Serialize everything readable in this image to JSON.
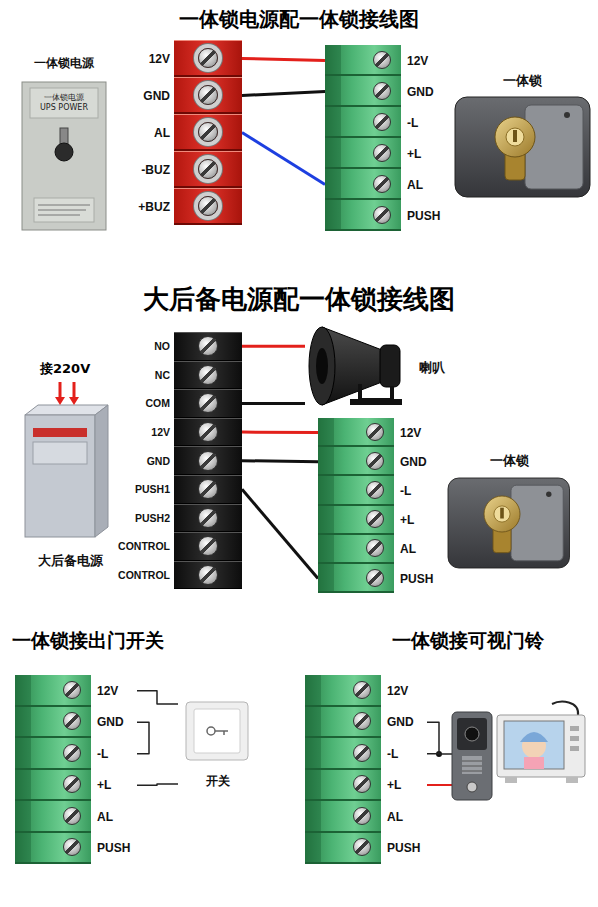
{
  "diagram": {
    "nodes": [
      {
        "text": [
          "一体锁电源",
          "一体锁电源",
          "UPS POWER"
        ]
      },
      {
        "text": [
          "12V"
        ]
      },
      {
        "text": [
          "GND"
        ]
      },
      {
        "text": [
          "AL"
        ]
      },
      {
        "text": [
          "-BUZ"
        ]
      },
      {
        "text": [
          "+BUZ"
        ]
      },
      {
        "text": [
          "12V"
        ]
      },
      {
        "text": [
          "GND"
        ]
      },
      {
        "text": [
          "-L"
        ]
      },
      {
        "text": [
          "+L"
        ]
      },
      {
        "text": [
          "AL"
        ]
      },
      {
        "text": [
          "PUSH"
        ]
      },
      {
        "text": [
          "一体锁"
        ]
      },
      {
        "text": [
          "大后备电源"
        ]
      },
      {
        "text": [
          "NO"
        ]
      },
      {
        "text": [
          "NC"
        ]
      },
      {
        "text": [
          "COM"
        ]
      },
      {
        "text": [
          "12V"
        ]
      },
      {
        "text": [
          "GND"
        ]
      },
      {
        "text": [
          "PUSH1"
        ]
      },
      {
        "text": [
          "PUSH2"
        ]
      },
      {
        "text": [
          "CONTROL"
        ]
      },
      {
        "text": [
          "CONTROL"
        ]
      },
      {
        "text": [
          "喇叭"
        ]
      },
      {
        "text": [
          "12V"
        ]
      },
      {
        "text": [
          "GND"
        ]
      },
      {
        "text": [
          "-L"
        ]
      },
      {
        "text": [
          "+L"
        ]
      },
      {
        "text": [
          "AL"
        ]
      },
      {
        "text": [
          "PUSH"
        ]
      },
      {
        "text": [
          "一体锁"
        ]
      },
      {
        "text": [
          "12V"
        ]
      },
      {
        "text": [
          "GND"
        ]
      },
      {
        "text": [
          "-L"
        ]
      },
      {
        "text": [
          "+L"
        ]
      },
      {
        "text": [
          "AL"
        ]
      },
      {
        "text": [
          "PUSH"
        ]
      },
      {
        "text": [
          "开关"
        ]
      },
      {
        "text": [
          "12V"
        ]
      },
      {
        "text": [
          "GND"
        ]
      },
      {
        "text": [
          "-L"
        ]
      },
      {
        "text": [
          "+L"
        ]
      },
      {
        "text": [
          "AL"
        ]
      },
      {
        "text": [
          "PUSH"
        ]
      }
    ],
    "edges": [
      {
        "from": 1,
        "to": 6,
        "arrow": "none"
      },
      {
        "from": 2,
        "to": 7,
        "arrow": "none"
      },
      {
        "from": 3,
        "to": 10,
        "arrow": "none"
      },
      {
        "from": 14,
        "to": 23,
        "arrow": "none"
      },
      {
        "from": 16,
        "to": 23,
        "arrow": "none"
      },
      {
        "from": 17,
        "to": 24,
        "arrow": "none"
      },
      {
        "from": 18,
        "to": 25,
        "arrow": "none"
      },
      {
        "from": 19,
        "to": 29,
        "arrow": "none"
      },
      {
        "from": 31,
        "to": 37,
        "arrow": "none"
      },
      {
        "from": 34,
        "to": 37,
        "arrow": "none"
      },
      {
        "from": 32,
        "to": 33,
        "arrow": "none"
      },
      {
        "from": 39,
        "to": 40,
        "arrow": "none"
      }
    ],
    "labels": [
      "一体锁电源配一体锁接线图",
      "大后备电源配一体锁接线图",
      "接220V",
      "一体锁接出门开关",
      "一体锁接可视门铃"
    ]
  }
}
